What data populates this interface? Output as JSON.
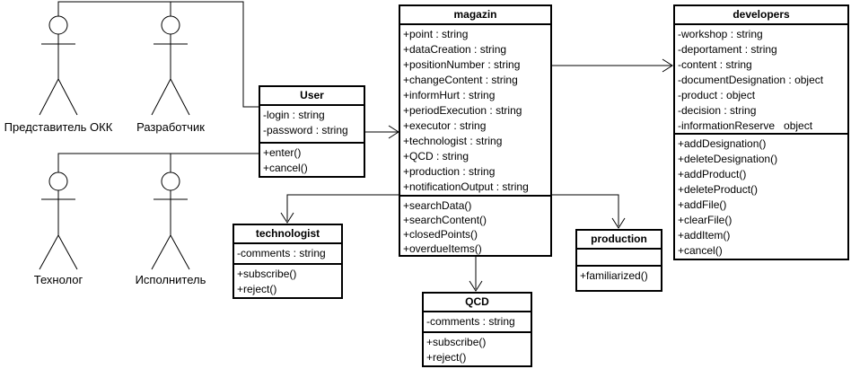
{
  "diagram": {
    "background_color": "#ffffff",
    "line_color": "#000000"
  },
  "actors": [
    {
      "label": "Представитель ОКК"
    },
    {
      "label": "Разработчик"
    },
    {
      "label": "Технолог"
    },
    {
      "label": "Исполнитель"
    }
  ],
  "classes": {
    "user": {
      "title": "User",
      "attributes": [
        "-login : string",
        "-password : string"
      ],
      "methods": [
        "+enter()",
        "+cancel()"
      ]
    },
    "magazin": {
      "title": "magazin",
      "attributes": [
        "+point : string",
        "+dataCreation : string",
        "+positionNumber : string",
        "+changeContent : string",
        "+informHurt : string",
        "+periodExecution : string",
        "+executor : string",
        "+technologist : string",
        "+QCD : string",
        "+production : string",
        "+notificationOutput : string"
      ],
      "methods": [
        "+searchData()",
        "+searchContent()",
        "+closedPoints()",
        "+overdueItems()"
      ]
    },
    "developers": {
      "title": "developers",
      "attributes": [
        "-workshop : string",
        "-deportament : string",
        "-content : string",
        "-documentDesignation : object",
        "-product : object",
        "-decision : string",
        "-informationReserve   object"
      ],
      "methods": [
        "+addDesignation()",
        "+deleteDesignation()",
        "+addProduct()",
        "+deleteProduct()",
        "+addFile()",
        "+clearFile()",
        "+addItem()",
        "+cancel()"
      ]
    },
    "technologist": {
      "title": "technologist",
      "attributes": [
        "-comments : string"
      ],
      "methods": [
        "+subscribe()",
        "+reject()"
      ]
    },
    "qcd": {
      "title": "QCD",
      "attributes": [
        "-comments : string"
      ],
      "methods": [
        "+subscribe()",
        "+reject()"
      ]
    },
    "production": {
      "title": "production",
      "attributes": [],
      "methods": [
        "+familiarized()"
      ]
    }
  }
}
